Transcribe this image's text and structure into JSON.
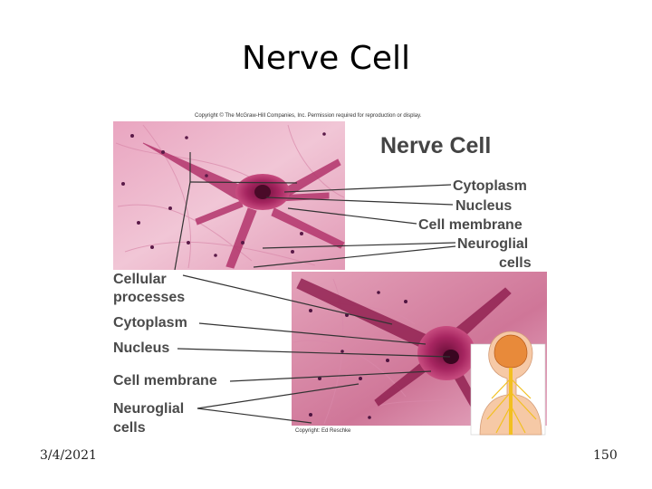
{
  "slide": {
    "title": "Nerve Cell",
    "date": "3/4/2021",
    "page_number": "150"
  },
  "figure": {
    "heading": "Nerve Cell",
    "copyright_top": "Copyright © The McGraw-Hill Companies, Inc. Permission required for reproduction or display.",
    "copyright_bottom": "Copyright: Ed Reschke",
    "right_labels": {
      "cytoplasm": "Cytoplasm",
      "nucleus": "Nucleus",
      "cell_membrane": "Cell membrane",
      "neuroglial_line1": "Neuroglial",
      "neuroglial_line2": "cells"
    },
    "left_labels": {
      "cellular_line1": "Cellular",
      "cellular_line2": "processes",
      "cytoplasm": "Cytoplasm",
      "nucleus": "Nucleus",
      "cell_membrane": "Cell membrane",
      "neuroglial_line1": "Neuroglial",
      "neuroglial_line2": "cells"
    },
    "colors": {
      "tissue_light": "#e8a6bd",
      "tissue_mid": "#d3709a",
      "neuron_body": "#a8215c",
      "nucleus": "#4a0a28",
      "label_text": "#4a4a4a"
    }
  }
}
